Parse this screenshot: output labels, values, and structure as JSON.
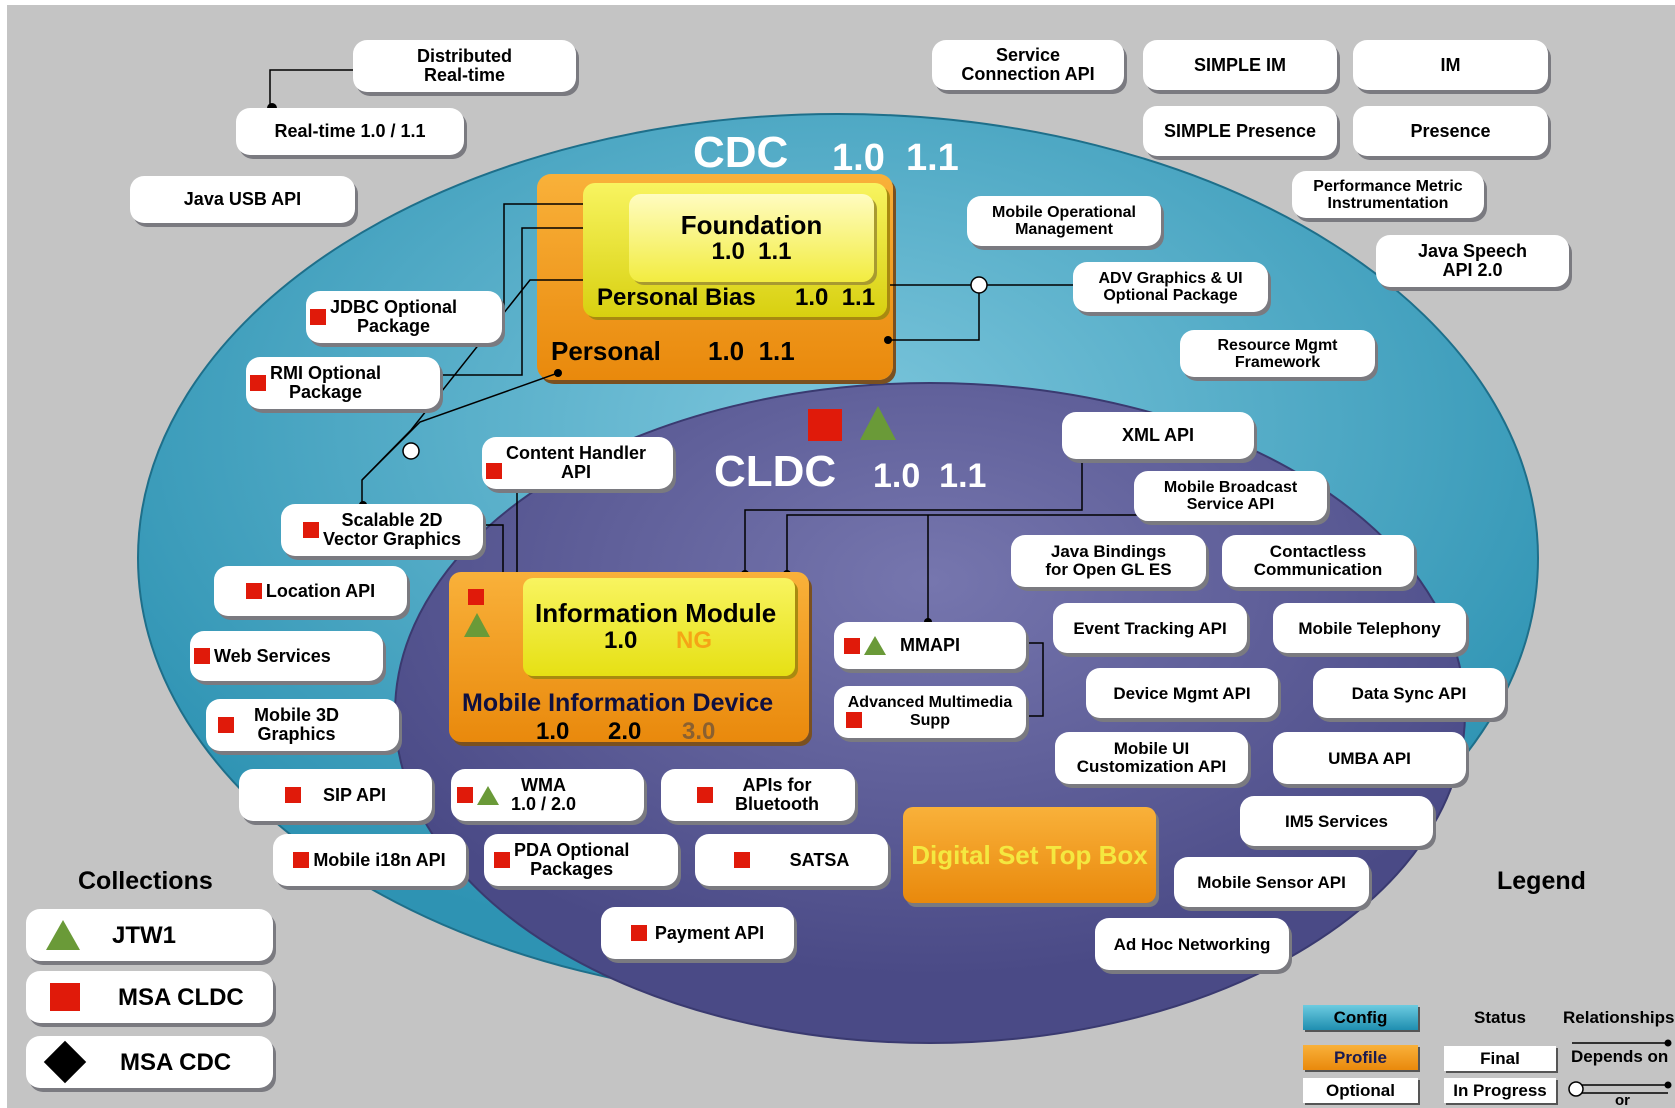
{
  "cdc": {
    "name": "CDC",
    "versions": "1.0  1.1"
  },
  "cldc": {
    "name": "CLDC",
    "versions": "1.0  1.1"
  },
  "personal_profile": {
    "name": "Personal",
    "versions": "1.0  1.1"
  },
  "personal_basis": {
    "name": "Personal Bias",
    "versions": "1.0  1.1"
  },
  "foundation": {
    "name": "Foundation",
    "versions": "1.0  1.1"
  },
  "imp": {
    "name": "Information Module",
    "version": "1.0",
    "ng": "NG"
  },
  "midp": {
    "name": "Mobile Information Device",
    "v1": "1.0",
    "v2": "2.0",
    "v3": "3.0"
  },
  "set_top_box": "Digital Set Top Box",
  "apis": {
    "distributed_realtime": "Distributed\nReal-time",
    "realtime": "Real-time 1.0 / 1.1",
    "java_usb": "Java USB API",
    "jdbc": "JDBC Optional\nPackage",
    "rmi": "RMI Optional\nPackage",
    "service_connection": "Service\nConnection API",
    "simple_im": "SIMPLE IM",
    "im": "IM",
    "simple_presence": "SIMPLE Presence",
    "presence": "Presence",
    "performance_metric": "Performance Metric\nInstrumentation",
    "mobile_operational": "Mobile Operational\nManagement",
    "java_speech": "Java Speech\nAPI 2.0",
    "adv_graphics": "ADV Graphics & UI\nOptional Package",
    "resource_mgmt": "Resource Mgmt\nFramework",
    "content_handler": "Content Handler\nAPI",
    "xml": "XML API",
    "mobile_broadcast": "Mobile Broadcast\nService API",
    "svg": "Scalable 2D\nVector Graphics",
    "location": "Location API",
    "java_bindings_gl": "Java Bindings\nfor Open GL ES",
    "contactless": "Contactless\nCommunication",
    "web_services": "Web Services",
    "mmapi": "MMAPI",
    "event_tracking": "Event Tracking API",
    "mobile_telephony": "Mobile Telephony",
    "mobile_3d": "Mobile 3D\nGraphics",
    "adv_multimedia": "Advanced Multimedia\nSupp",
    "device_mgmt": "Device Mgmt API",
    "data_sync": "Data Sync API",
    "sip": "SIP  API",
    "wma": "WMA\n1.0 / 2.0",
    "bluetooth": "APIs for\nBluetooth",
    "mobile_ui": "Mobile UI\nCustomization API",
    "umba": "UMBA  API",
    "im5": "IM5 Services",
    "mobile_i18n": "Mobile i18n API",
    "pda": "PDA Optional\nPackages",
    "satsa": "SATSA",
    "mobile_sensor": "Mobile Sensor API",
    "payment": "Payment API",
    "ad_hoc": "Ad Hoc Networking"
  },
  "collections": {
    "heading": "Collections",
    "items": [
      {
        "label": "JTW1",
        "icon": "triangle-icon"
      },
      {
        "label": "MSA CLDC",
        "icon": "square-icon"
      },
      {
        "label": "MSA CDC",
        "icon": "diamond-icon"
      }
    ]
  },
  "legend": {
    "heading": "Legend",
    "config": "Config",
    "profile": "Profile",
    "optional": "Optional",
    "status_heading": "Status",
    "final": "Final",
    "in_progress": "In Progress",
    "relationships_heading": "Relationships",
    "depends_on": "Depends on",
    "or": "or"
  },
  "colors": {
    "cdc_ellipse": "#3aa3c0",
    "cldc_ellipse": "#5a5a96",
    "profile_orange": "#f49a1a",
    "config_yellow": "#f2f020",
    "msa_red": "#e01a0a",
    "jtw_green": "#6a9a38"
  }
}
